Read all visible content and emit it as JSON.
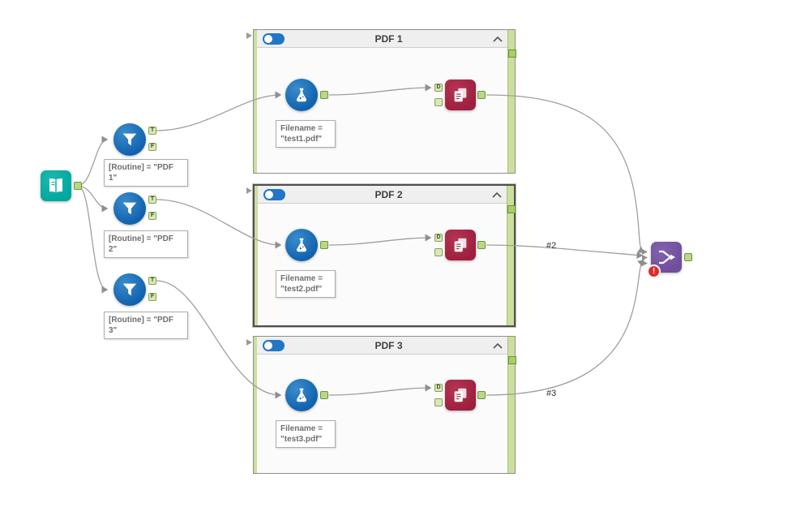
{
  "workflow": {
    "anchor_labels": {
      "t": "T",
      "f": "F",
      "d": "D"
    },
    "icons": {
      "input": "open-book",
      "filter": "funnel",
      "formula": "flask",
      "render": "documents",
      "union": "merge-arrows",
      "error": "exclamation"
    },
    "filters": [
      {
        "annotation": "[Routine] = \"PDF 1\""
      },
      {
        "annotation": "[Routine] = \"PDF 2\""
      },
      {
        "annotation": "[Routine] = \"PDF 3\""
      }
    ],
    "containers": [
      {
        "title": "PDF 1",
        "formula_annotation": "Filename = \"test1.pdf\""
      },
      {
        "title": "PDF 2",
        "formula_annotation": "Filename = \"test2.pdf\""
      },
      {
        "title": "PDF 3",
        "formula_annotation": "Filename = \"test3.pdf\""
      }
    ],
    "connection_labels": {
      "second": "#2",
      "third": "#3"
    },
    "union": {
      "error_badge": "!"
    },
    "colors": {
      "input_teal": "#00a79d",
      "tool_blue": "#1061ae",
      "render_maroon": "#9e1f3d",
      "union_purple": "#6f4e9c",
      "container_green": "#cbdf9d",
      "error_red": "#e02b2b"
    }
  }
}
